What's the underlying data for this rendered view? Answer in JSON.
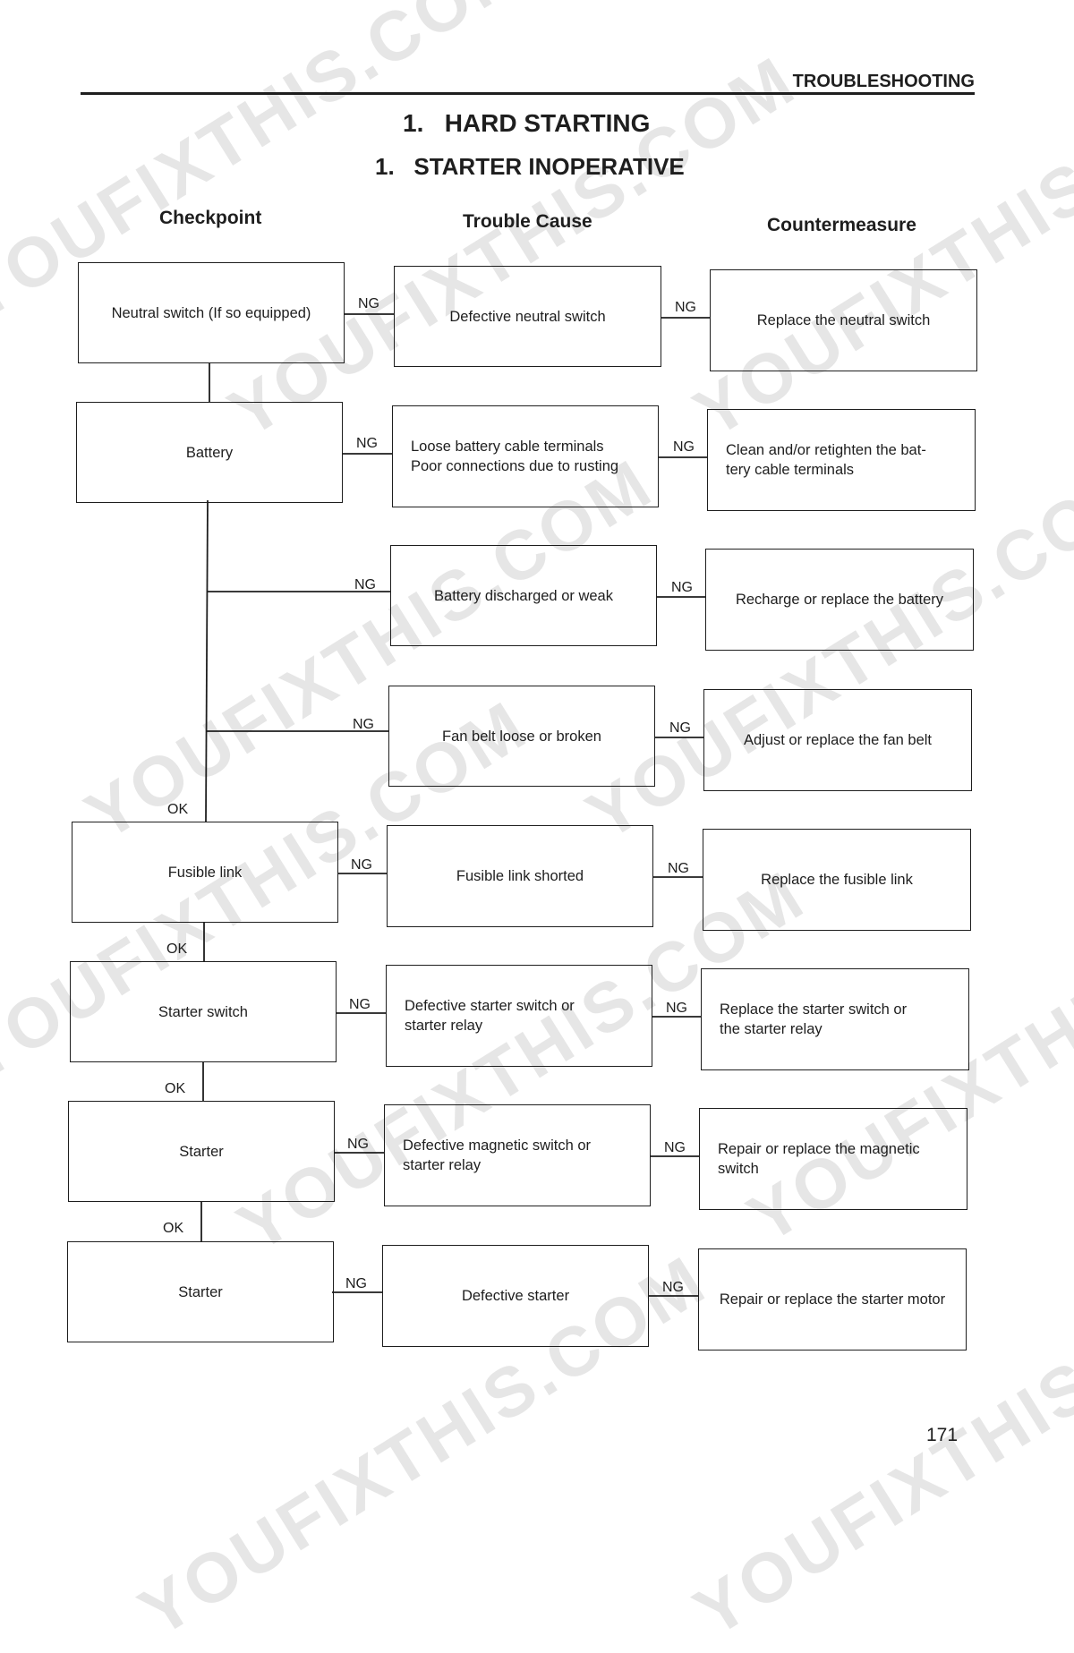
{
  "header": {
    "section": "TROUBLESHOOTING"
  },
  "titles": {
    "main_number": "1.",
    "main": "HARD STARTING",
    "sub_number": "1.",
    "sub": "STARTER INOPERATIVE"
  },
  "columns": {
    "checkpoint": "Checkpoint",
    "cause": "Trouble Cause",
    "countermeasure": "Countermeasure"
  },
  "labels": {
    "ng": "NG",
    "ok": "OK"
  },
  "rows": [
    {
      "checkpoint": "Neutral switch (If so equipped)",
      "cause": "Defective neutral switch",
      "countermeasure": "Replace the neutral switch"
    },
    {
      "checkpoint": "Battery",
      "cause": "Loose battery cable terminals\nPoor connections due to rusting",
      "countermeasure": "Clean and/or retighten the bat-\ntery cable terminals"
    },
    {
      "checkpoint": "",
      "cause": "Battery discharged or weak",
      "countermeasure": "Recharge or replace the battery"
    },
    {
      "checkpoint": "",
      "cause": "Fan belt loose or broken",
      "countermeasure": "Adjust or replace the fan belt"
    },
    {
      "checkpoint": "Fusible link",
      "cause": "Fusible link shorted",
      "countermeasure": "Replace the fusible link"
    },
    {
      "checkpoint": "Starter switch",
      "cause": "Defective starter switch or\nstarter relay",
      "countermeasure": "Replace the starter switch or\nthe starter relay"
    },
    {
      "checkpoint": "Starter",
      "cause": "Defective magnetic switch or\nstarter relay",
      "countermeasure": "Repair or replace the magnetic\nswitch"
    },
    {
      "checkpoint": "Starter",
      "cause": "Defective starter",
      "countermeasure": "Repair or replace the starter motor"
    }
  ],
  "watermark": "YOUFIXTHIS.COM",
  "page_number": "171"
}
